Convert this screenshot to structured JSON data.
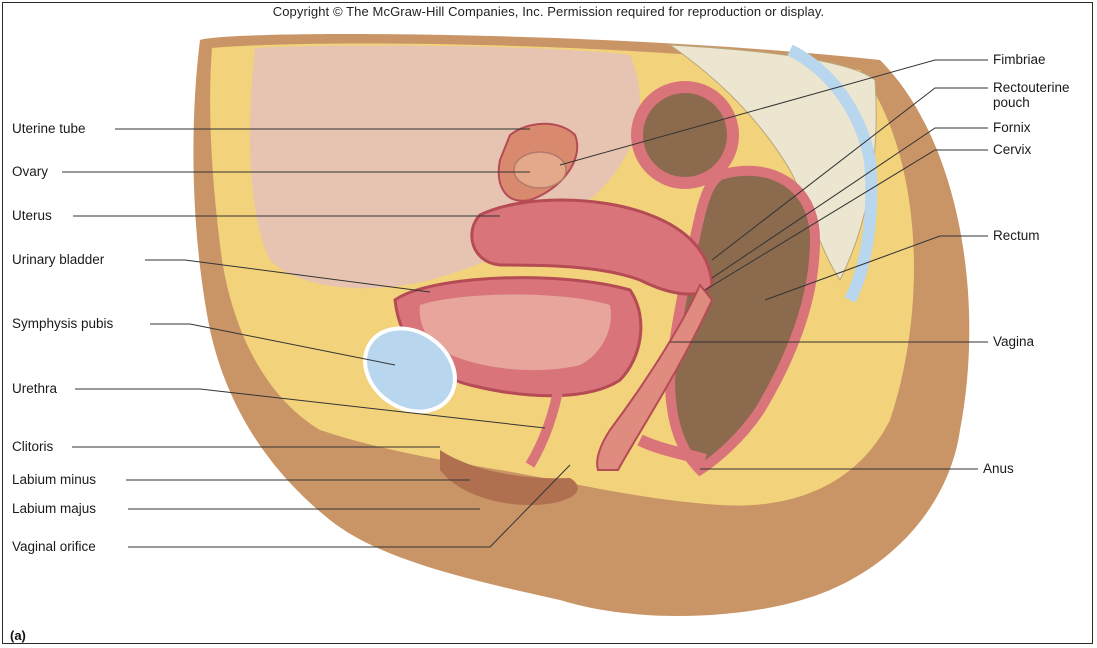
{
  "copyright": "Copyright © The McGraw-Hill Companies, Inc. Permission required for reproduction or display.",
  "panel_label": "(a)",
  "labels_left": [
    {
      "id": "uterine-tube",
      "text": "Uterine tube"
    },
    {
      "id": "ovary",
      "text": "Ovary"
    },
    {
      "id": "uterus",
      "text": "Uterus"
    },
    {
      "id": "urinary-bladder",
      "text": "Urinary bladder"
    },
    {
      "id": "symphysis-pubis",
      "text": "Symphysis pubis"
    },
    {
      "id": "urethra",
      "text": "Urethra"
    },
    {
      "id": "clitoris",
      "text": "Clitoris"
    },
    {
      "id": "labium-minus",
      "text": "Labium minus"
    },
    {
      "id": "labium-majus",
      "text": "Labium majus"
    },
    {
      "id": "vaginal-orifice",
      "text": "Vaginal orifice"
    }
  ],
  "labels_right": [
    {
      "id": "fimbriae",
      "text": "Fimbriae"
    },
    {
      "id": "rectouterine-pouch",
      "text": "Rectouterine pouch"
    },
    {
      "id": "fornix",
      "text": "Fornix"
    },
    {
      "id": "cervix",
      "text": "Cervix"
    },
    {
      "id": "rectum",
      "text": "Rectum"
    },
    {
      "id": "vagina",
      "text": "Vagina"
    },
    {
      "id": "anus",
      "text": "Anus"
    }
  ],
  "colors": {
    "skin": "#c99567",
    "fat": "#f2d27a",
    "cavity": "#e7c4b2",
    "muscle": "#d9757a",
    "muscle_dark": "#b54b55",
    "rectum": "#8c6a4e",
    "bone": "#ece6d0",
    "cartilage": "#b8d6ee"
  }
}
